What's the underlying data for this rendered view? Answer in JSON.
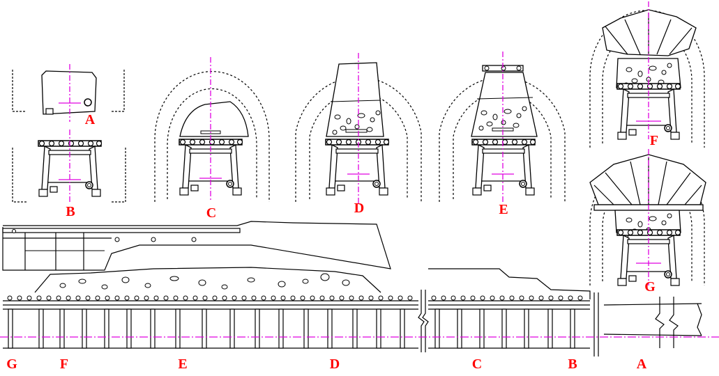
{
  "colors": {
    "label": "#ff0000",
    "centerline": "#e000e0",
    "drawing": "#000000",
    "background": "#ffffff"
  },
  "section_labels": {
    "a": "A",
    "b": "B",
    "c": "C",
    "d": "D",
    "e": "E",
    "f": "F",
    "g": "G"
  },
  "longitudinal_labels": {
    "g": "G",
    "f": "F",
    "e": "E",
    "d": "D",
    "c": "C",
    "b": "B",
    "a": "A"
  }
}
